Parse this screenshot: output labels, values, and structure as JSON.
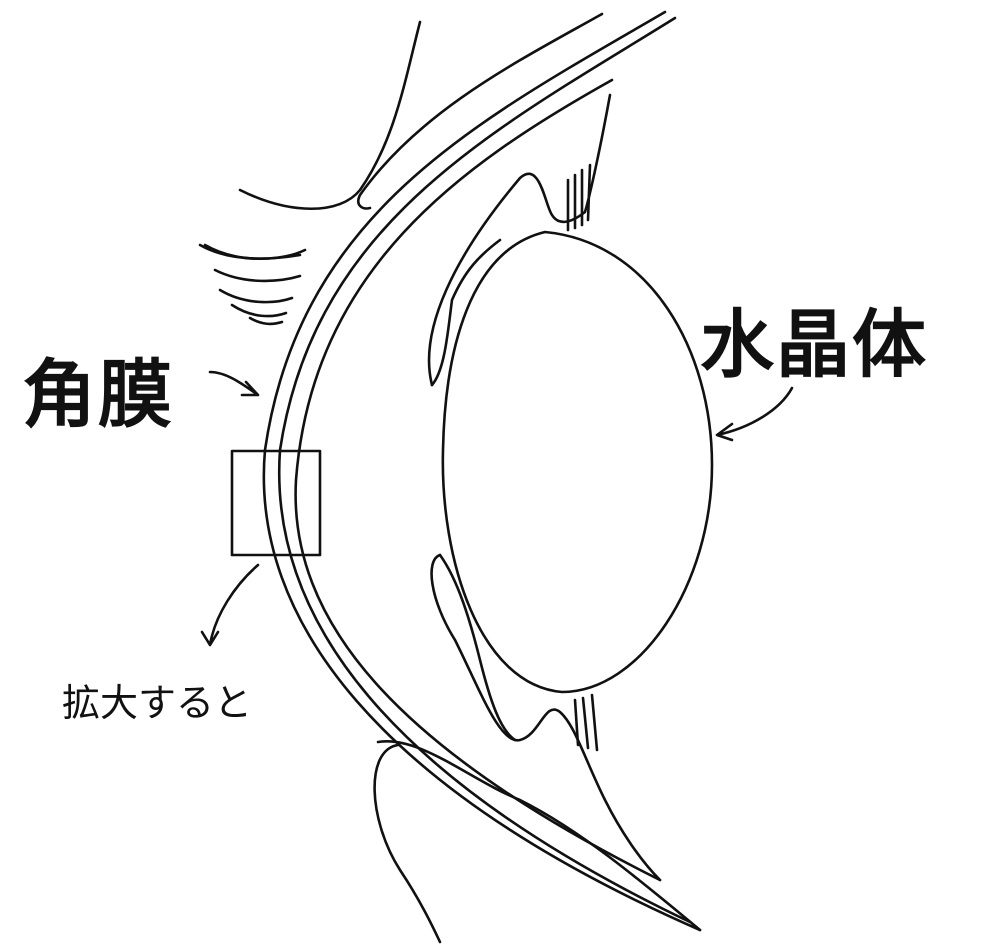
{
  "labels": {
    "cornea": "角膜",
    "lens": "水晶体",
    "magnify": "拡大すると"
  },
  "colors": {
    "line": "#111111",
    "background": "#ffffff"
  }
}
